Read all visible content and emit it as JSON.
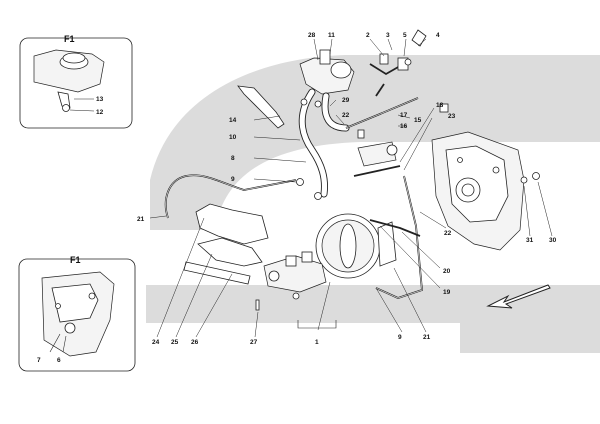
{
  "inset_top": {
    "title": "F1",
    "labels": [
      "13",
      "12"
    ]
  },
  "inset_bottom": {
    "title": "F1",
    "labels": [
      "7",
      "6"
    ]
  },
  "main_labels": {
    "l28": "28",
    "l11": "11",
    "l2": "2",
    "l3": "3",
    "l5": "5",
    "l4": "4",
    "l14": "14",
    "l10": "10",
    "l8": "8",
    "l9a": "9",
    "l21a": "21",
    "l29": "29",
    "l22a": "22",
    "l17": "17",
    "l15": "15",
    "l16": "16",
    "l18": "18",
    "l23": "23",
    "l22b": "22",
    "l20": "20",
    "l19": "19",
    "l31": "31",
    "l30": "30",
    "l24": "24",
    "l25": "25",
    "l26": "26",
    "l27": "27",
    "l1": "1",
    "l9b": "9",
    "l21b": "21"
  },
  "colors": {
    "watermark": "#dcdcdc",
    "line": "#222222",
    "background": "#ffffff"
  },
  "icons": {
    "direction_arrow": "arrow-down-left-icon"
  }
}
